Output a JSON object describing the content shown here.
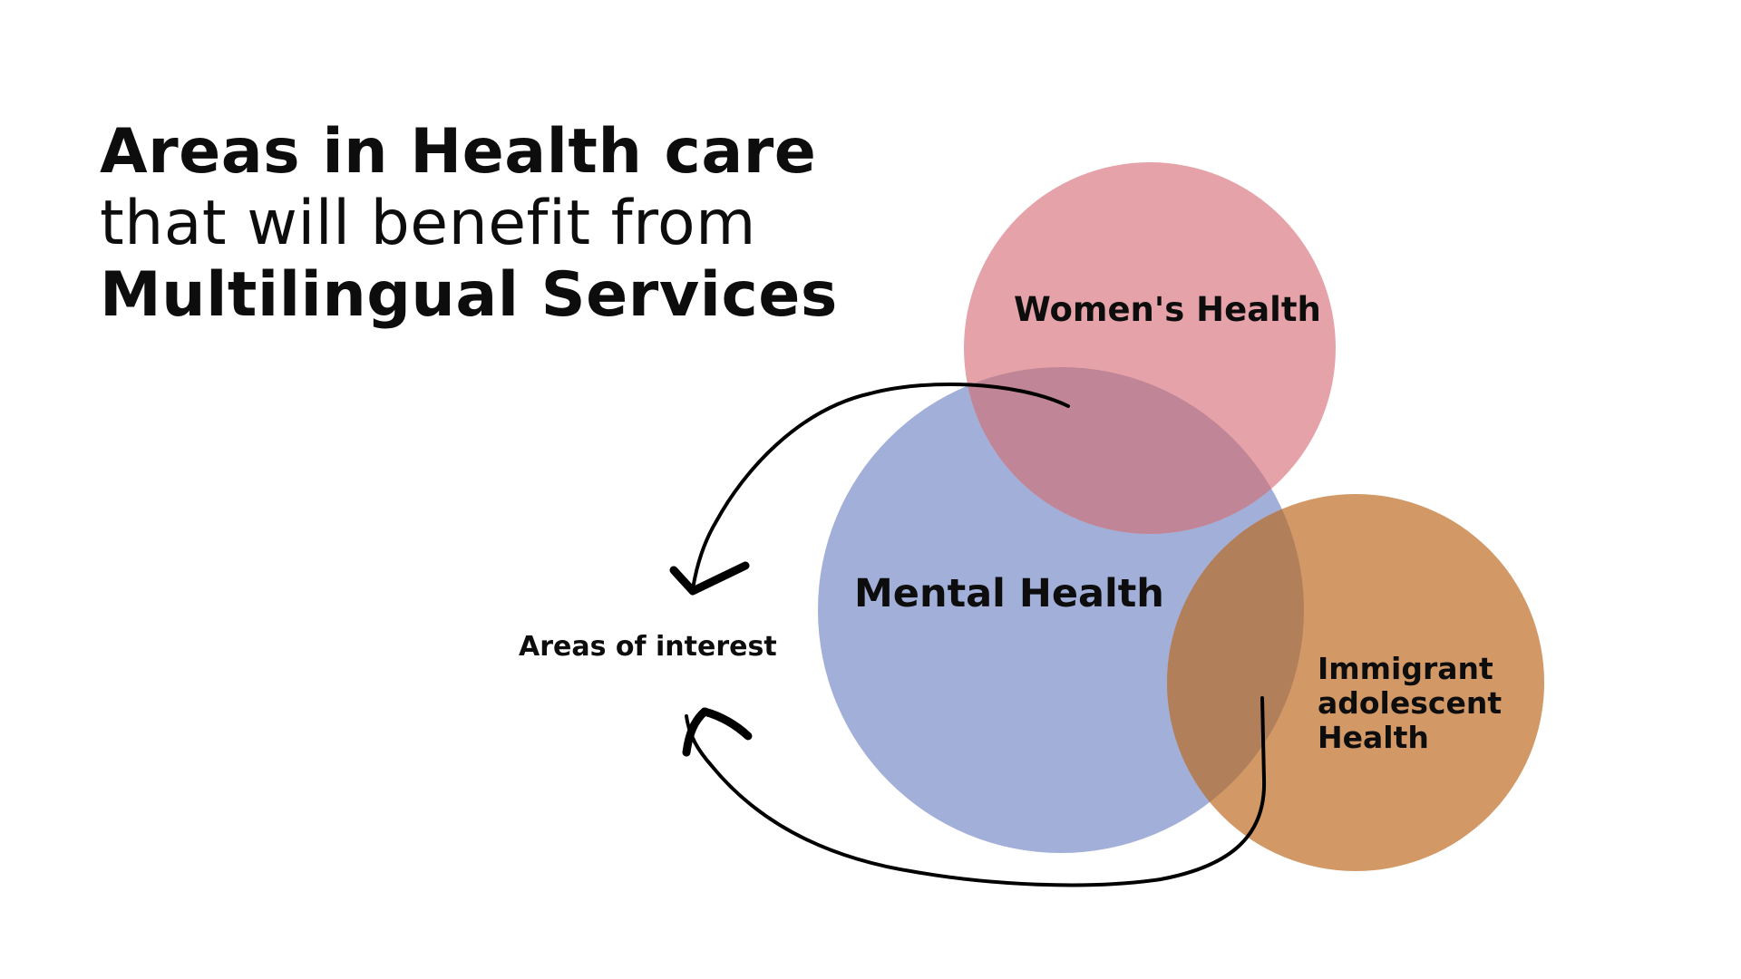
{
  "title": {
    "line1": "Areas in Health care",
    "line2": "that will benefit from",
    "line3": "Multilingual Services"
  },
  "diagram": {
    "circles": {
      "womens_health": {
        "label": "Women's Health",
        "color": "#e5a3a9"
      },
      "mental_health": {
        "label": "Mental Health",
        "color": "#a2afd8"
      },
      "immigrant_health": {
        "label_lines": [
          "Immigrant",
          "adolescent",
          "Health"
        ],
        "color": "#d29967"
      }
    },
    "overlap_colors": {
      "women_mental": "#c08596",
      "mental_immigrant": "#b27f5b"
    },
    "callout": {
      "label": "Areas of interest"
    },
    "arrow_color": "#000000"
  }
}
